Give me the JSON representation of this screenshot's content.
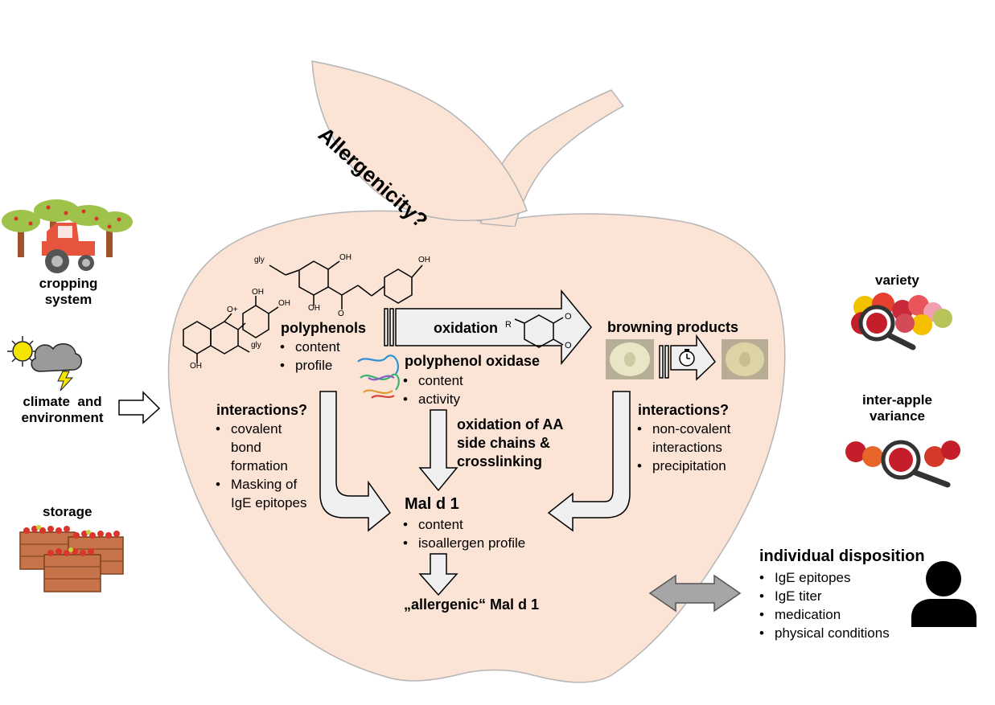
{
  "title": "Allergenicity?",
  "factors_left": {
    "cropping_system": [
      "cropping",
      "system"
    ],
    "climate": [
      "climate  and",
      "environment"
    ],
    "storage": "storage"
  },
  "factors_right": {
    "variety": "variety",
    "inter_apple": [
      "inter-apple",
      "variance"
    ]
  },
  "polyphenols": {
    "title": "polyphenols",
    "items": [
      "content",
      "profile"
    ]
  },
  "oxidation": "oxidation",
  "ppo": {
    "title": "polyphenol oxidase",
    "items": [
      "content",
      "activity"
    ]
  },
  "browning": "browning products",
  "interactions_left": {
    "title": "interactions?",
    "items": [
      [
        "covalent",
        "bond",
        "formation"
      ],
      [
        "Masking of",
        "IgE epitopes"
      ]
    ]
  },
  "oxidation_aa": [
    "oxidation of AA",
    "side chains &",
    "crosslinking"
  ],
  "interactions_right": {
    "title": "interactions?",
    "items": [
      [
        "non-covalent",
        "interactions"
      ],
      [
        "precipitation"
      ]
    ]
  },
  "mald1": {
    "title": "Mal d 1",
    "items": [
      "content",
      "isoallergen profile"
    ]
  },
  "allergenic": "„allergenic“ Mal d 1",
  "individual": {
    "title": "individual disposition",
    "items": [
      "IgE epitopes",
      "IgE titer",
      "medication",
      "physical conditions"
    ]
  },
  "chem": {
    "labels": [
      "gly",
      "OH",
      "OH",
      "OH",
      "O",
      "OH",
      "OH",
      "O+",
      "gly",
      "OH",
      "R",
      "O",
      "O"
    ]
  },
  "colors": {
    "apple": "#fbe4d6",
    "apple_stroke": "#b5b5b5",
    "arrow_fill": "#f0f0f0",
    "double_arrow": "#a6a6a6",
    "tractor": "#e8553f",
    "tree": "#9fc24a",
    "trunk": "#a0522d",
    "crate": "#c8744a"
  }
}
